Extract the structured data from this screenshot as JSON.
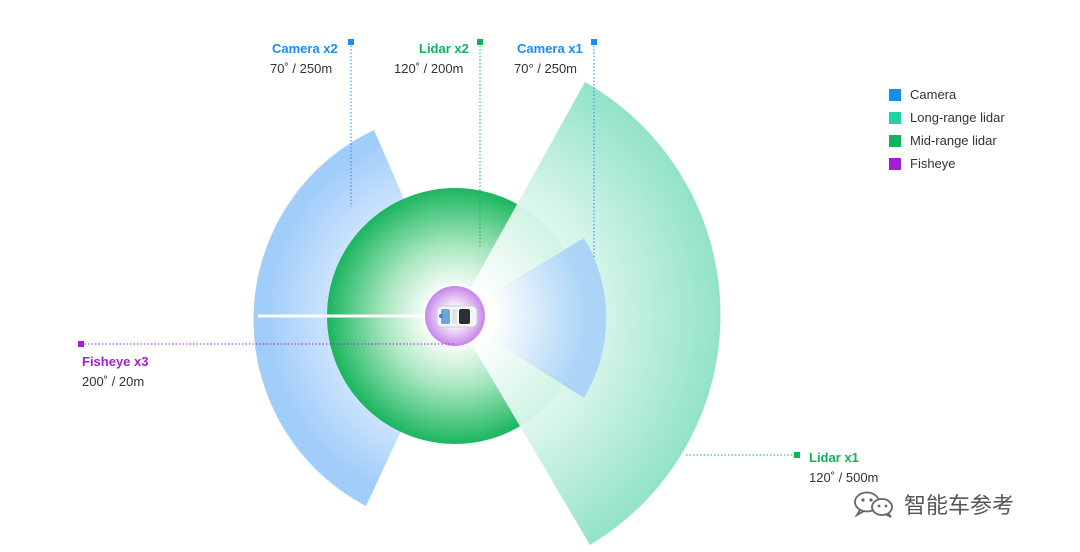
{
  "colors": {
    "camera": "#1a8cf0",
    "long_range_lidar": "#1fd3a6",
    "mid_range_lidar": "#0fb35a",
    "fisheye": "#a21ed4"
  },
  "sensors": {
    "camera_x2": {
      "name": "Camera x2",
      "spec": "70˚ / 250m"
    },
    "lidar_x2": {
      "name": "Lidar x2",
      "spec": "120˚ / 200m"
    },
    "camera_x1": {
      "name": "Camera x1",
      "spec": "70° / 250m"
    },
    "fisheye_x3": {
      "name": "Fisheye x3",
      "spec": "200˚ / 20m"
    },
    "lidar_x1": {
      "name": "Lidar x1",
      "spec": "120˚ / 500m"
    }
  },
  "legend": [
    {
      "label": "Camera",
      "color": "#1a8cf0"
    },
    {
      "label": "Long-range lidar",
      "color": "#1fd3a6"
    },
    {
      "label": "Mid-range lidar",
      "color": "#0fb35a"
    },
    {
      "label": "Fisheye",
      "color": "#a21ed4"
    }
  ],
  "watermark": {
    "text": "智能车参考",
    "icon": "wechat-icon"
  }
}
